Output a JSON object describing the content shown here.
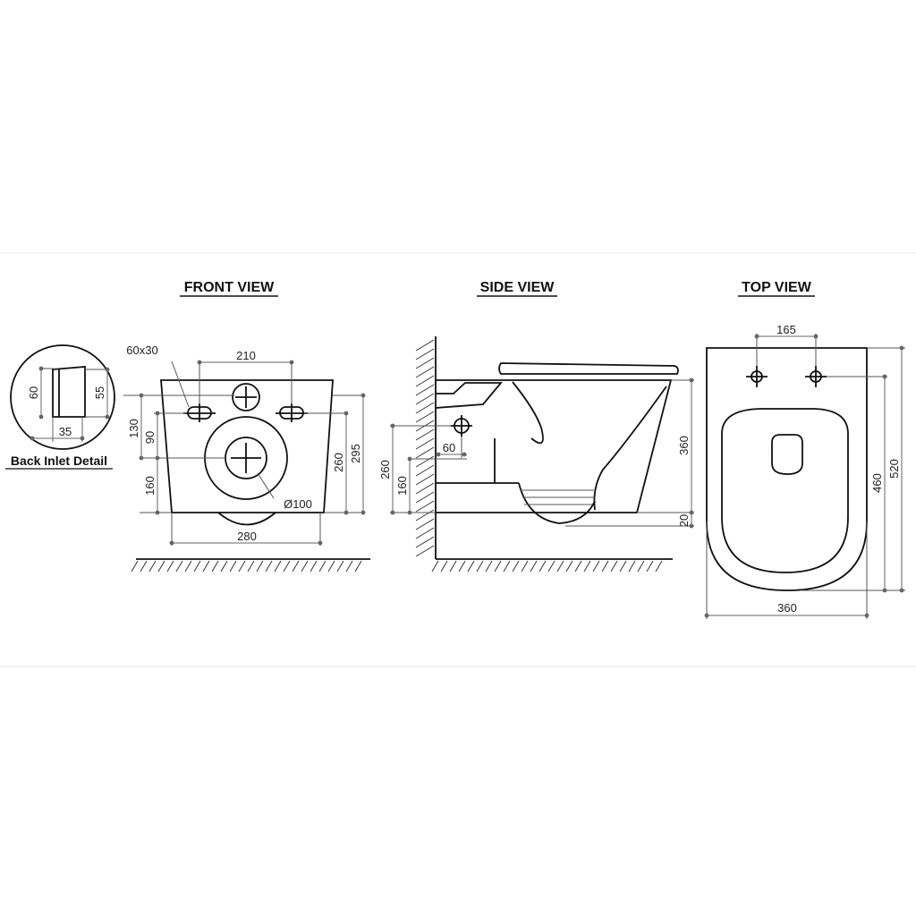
{
  "titles": {
    "front": "FRONT VIEW",
    "side": "SIDE VIEW",
    "top": "TOP VIEW",
    "detail": "Back Inlet Detail"
  },
  "front_dims": {
    "inlet_size": "60x30",
    "hole_spacing": "210",
    "h130": "130",
    "h90": "90",
    "h160": "160",
    "h260": "260",
    "h295": "295",
    "outlet_dia": "Ø100",
    "width": "280"
  },
  "side_dims": {
    "h260": "260",
    "h160": "160",
    "d60": "60",
    "h360": "360",
    "h20": "20"
  },
  "top_dims": {
    "spacing": "165",
    "l460": "460",
    "l520": "520",
    "w360": "360"
  },
  "detail_dims": {
    "h60": "60",
    "h55": "55",
    "w35": "35"
  }
}
